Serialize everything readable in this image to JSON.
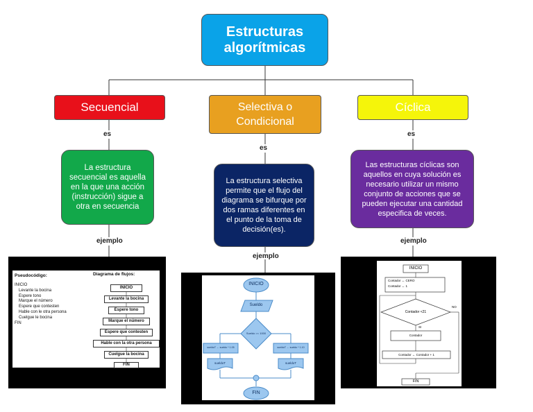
{
  "root": {
    "title": "Estructuras algorítmicas"
  },
  "branches": [
    {
      "title": "Secuencial",
      "connector": "es",
      "desc": "La estructura secuencial es aquella en la que una acción (instrucción) sigue a otra en secuencia",
      "example_label": "ejemplo",
      "color": "#e8101a",
      "desc_color": "#12a84a"
    },
    {
      "title": "Selectiva o Condicional",
      "connector": "es",
      "desc": "La estructura selectiva permite que el flujo del diagrama se bifurque por dos ramas diferentes en el punto de la toma de decisión(es).",
      "example_label": "ejemplo",
      "color": "#e8a020",
      "desc_color": "#0b2565"
    },
    {
      "title": "Cíclica",
      "connector": "es",
      "desc": "Las estructuras cíclicas son aquellos en cuya solución es necesario utilizar un mismo conjunto de acciones que se pueden ejecutar una cantidad especifica de veces.",
      "example_label": "ejemplo",
      "color": "#f5f50a",
      "desc_color": "#6a2c9e"
    }
  ],
  "example1": {
    "pseudo_title": "Pseudocódigo:",
    "pseudo_lines": [
      "INICIO",
      "Levante la bocina",
      "Espere tono",
      "Marque el número",
      "Espere que contesten",
      "Hable con le otra persona",
      "Cuelgue le bocina",
      "FIN"
    ],
    "flow_title": "Diagrama de flujos:",
    "flow_steps": [
      "INICIO",
      "Levante la bocina",
      "Espere tono",
      "Marque el número",
      "Espere que contesten",
      "Hable con la otra persona",
      "Cuelgue la bocina",
      "FIN"
    ]
  },
  "example2": {
    "start": "INICIO",
    "input": "Sueldo",
    "decision": "Sueldo >= 1000",
    "left_calc": "sueldoT ← sueldo * 1.05",
    "right_calc": "sueldoT ← sueldo * 1.10",
    "left_out": "sueldoT",
    "right_out": "sueldoT",
    "end": "FIN"
  },
  "example3": {
    "start": "INICIO",
    "init": [
      "Contador ← CERO",
      "Contador ← 1"
    ],
    "decision": "Contador <21",
    "no": "NO",
    "si": "SI",
    "body": "Contador",
    "incr": "Contador ← Contador + 1",
    "end": "FIN"
  }
}
